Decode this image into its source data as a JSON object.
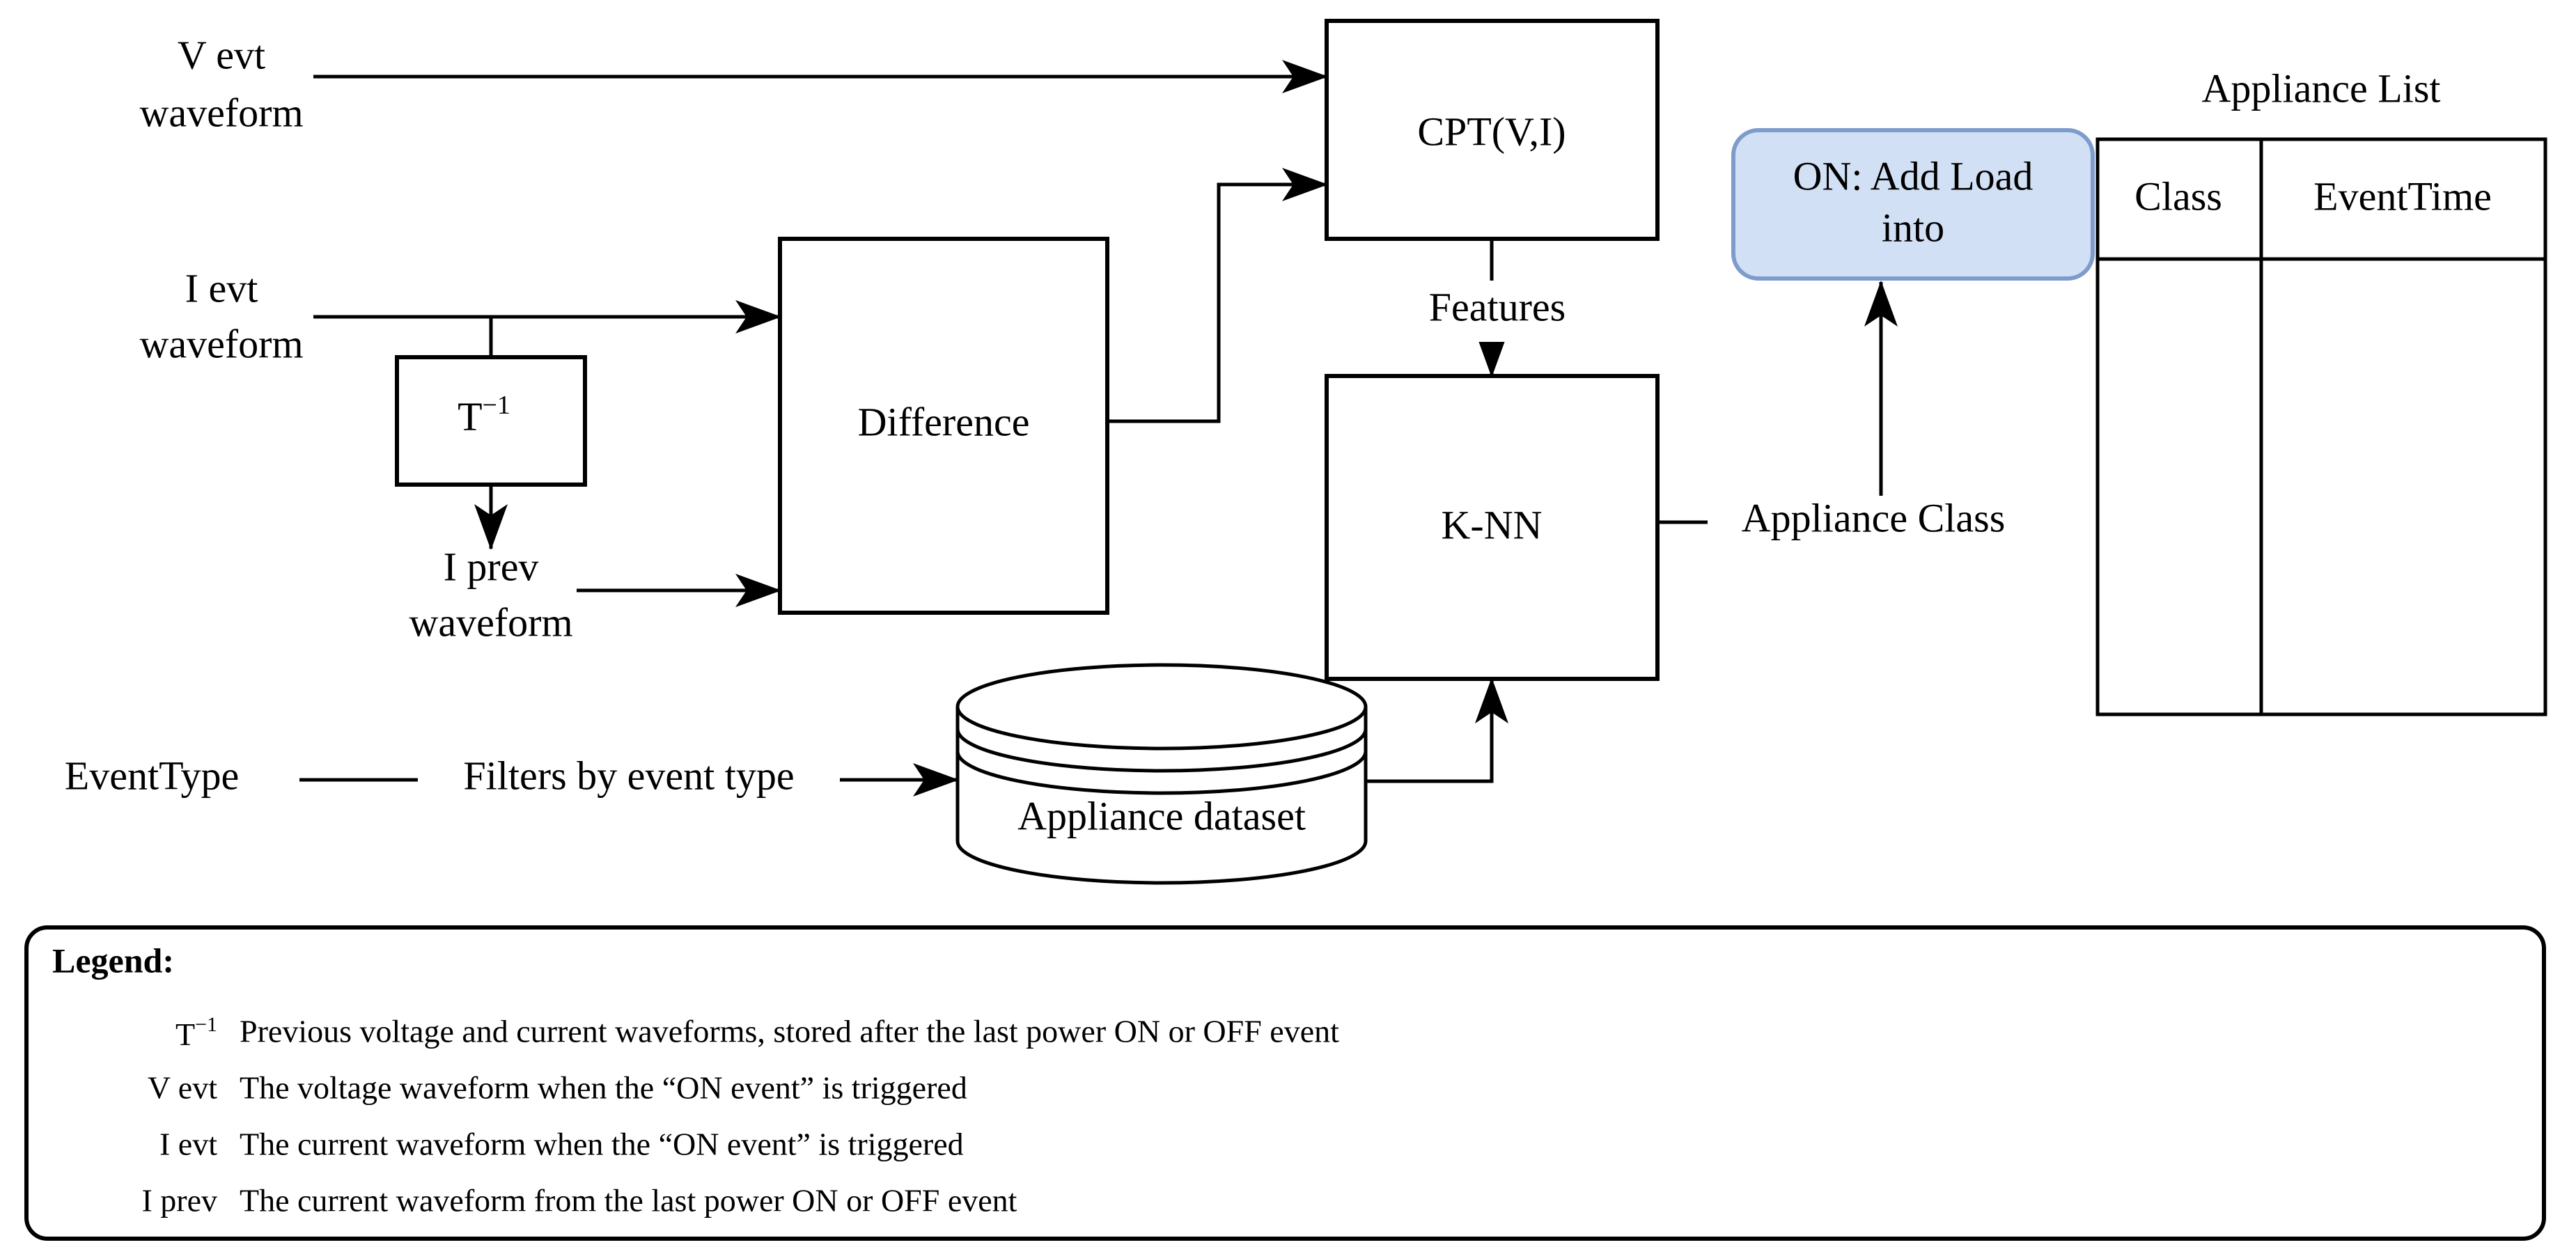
{
  "diagram": {
    "inputs": {
      "v_evt_line1": "V evt",
      "v_evt_line2": "waveform",
      "i_evt_line1": "I evt",
      "i_evt_line2": "waveform",
      "i_prev_line1": "I prev",
      "i_prev_line2": "waveform",
      "event_type": "EventType"
    },
    "edge_labels": {
      "filters": "Filters by event type",
      "features": "Features",
      "appliance_class": "Appliance Class"
    },
    "nodes": {
      "t_inverse_base": "T",
      "t_inverse_sup": "−1",
      "difference": "Difference",
      "cpt": "CPT(V,I)",
      "knn": "K-NN",
      "dataset": "Appliance dataset",
      "on_add_line1": "ON: Add Load",
      "on_add_line2": "into"
    },
    "table": {
      "title": "Appliance List",
      "columns": [
        "Class",
        "EventTime"
      ],
      "rows": []
    },
    "colors": {
      "accent_fill": "#d2e0f5",
      "accent_border": "#7e9ccb",
      "line": "#000000"
    }
  },
  "legend": {
    "title": "Legend:",
    "rows": [
      {
        "key_base": "T",
        "key_sup": "−1",
        "desc": "Previous voltage and current waveforms, stored after the last power ON or OFF event"
      },
      {
        "key": "V evt",
        "desc": "The voltage waveform when the “ON event” is triggered"
      },
      {
        "key": "I evt",
        "desc": "The current waveform when the “ON event” is triggered"
      },
      {
        "key": "I prev",
        "desc": "The current waveform from the last power ON or OFF event"
      }
    ]
  }
}
